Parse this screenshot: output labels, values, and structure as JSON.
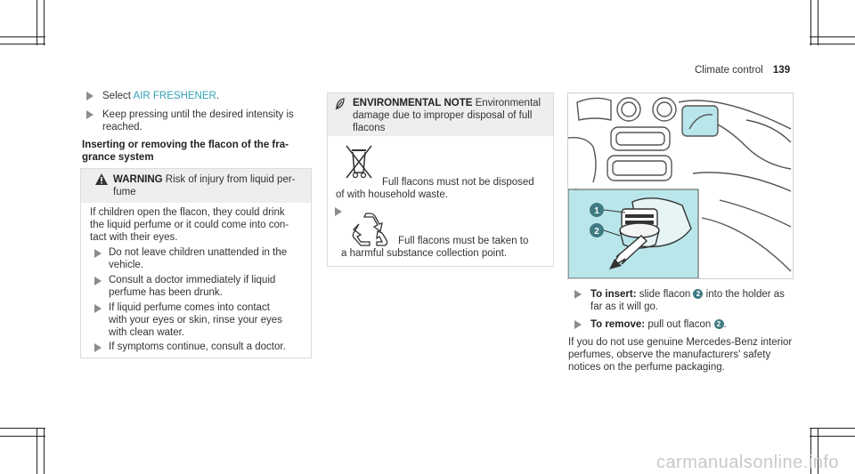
{
  "header": {
    "section": "Climate control",
    "page_number": "139"
  },
  "col1": {
    "step1_prefix": "Select ",
    "step1_highlight": "AIR FRESHENER",
    "step1_suffix": ".",
    "step2_line1": "Keep pressing until the desired intensity is",
    "step2_line2": "reached.",
    "heading_line1": "Inserting or removing the flacon of the fra-",
    "heading_line2": "grance system",
    "warning": {
      "label": "WARNING",
      "title_rest": " Risk of injury from liquid per-",
      "title_line2": "fume",
      "body_line1": "If children open the flacon, they could drink",
      "body_line2": "the liquid perfume or it could come into con-",
      "body_line3": "tact with their eyes.",
      "items": [
        {
          "l1": "Do not leave children unattended in the",
          "l2": "vehicle.",
          "l3": ""
        },
        {
          "l1": "Consult a doctor immediately if liquid",
          "l2": "perfume has been drunk.",
          "l3": ""
        },
        {
          "l1": "If liquid perfume comes into contact",
          "l2": "with your eyes or skin, rinse your eyes",
          "l3": "with clean water."
        },
        {
          "l1": "If symptoms continue, consult a doctor.",
          "l2": "",
          "l3": ""
        }
      ]
    }
  },
  "col2": {
    "env": {
      "label": "ENVIRONMENTAL NOTE",
      "title_rest": " Environmental",
      "title_line2": "damage due to improper disposal of full",
      "title_line3": "flacons",
      "text1_line1": "Full flacons must not be disposed",
      "text1_line2": "of with household waste.",
      "text2_line1": "Full flacons must be taken to",
      "text2_line2": "a harmful substance collection point."
    }
  },
  "col3": {
    "figure_callouts": [
      "1",
      "2"
    ],
    "insert_label": "To insert:",
    "insert_text_a": " slide flacon ",
    "insert_badge": "2",
    "insert_text_b": " into the holder as",
    "insert_line2": "far as it will go.",
    "remove_label": "To remove:",
    "remove_text": " pull out flacon ",
    "remove_badge": "2",
    "remove_suffix": ".",
    "note_line1": "If you do not use genuine Mercedes-Benz interior",
    "note_line2": "perfumes, observe the manufacturers' safety",
    "note_line3": "notices on the perfume packaging."
  },
  "watermark": "carmanualsonline.info",
  "colors": {
    "accent": "#33a1b4",
    "badge": "#3f7a82",
    "figure_highlight": "#b9e6ea",
    "warning_header_bg": "#eeeeee"
  }
}
